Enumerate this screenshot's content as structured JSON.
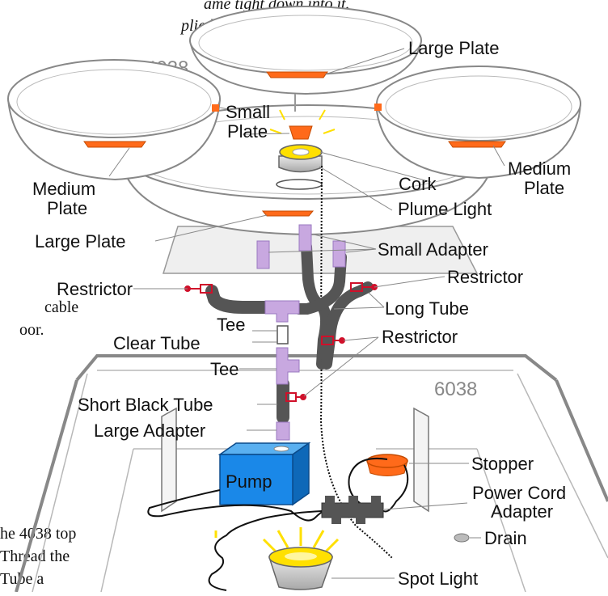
{
  "top_text": {
    "line1": "ame tight down into it.",
    "line2": "plied Cork.)"
  },
  "side_text": {
    "cable": "cable",
    "oor": "oor.",
    "top": "he 4038 top",
    "thread": "Thread the",
    "tube": "Tube      a"
  },
  "models": {
    "top": "4038",
    "base": "6038"
  },
  "pump_label": "Pump",
  "labels": {
    "large_plate_top": "Large Plate",
    "small_plate_1": "Small",
    "small_plate_2": "Plate",
    "medium_plate_left_1": "Medium",
    "medium_plate_left_2": "Plate",
    "medium_plate_right_1": "Medium",
    "medium_plate_right_2": "Plate",
    "cork": "Cork",
    "plume_light": "Plume Light",
    "large_plate_left": "Large Plate",
    "small_adapter": "Small Adapter",
    "restrictor_left": "Restrictor",
    "restrictor_right": "Restrictor",
    "long_tube": "Long Tube",
    "tee_top": "Tee",
    "clear_tube": "Clear Tube",
    "restrictor_mid": "Restrictor",
    "tee_bottom": "Tee",
    "short_black_tube": "Short Black Tube",
    "large_adapter": "Large Adapter",
    "stopper": "Stopper",
    "power_cord_1": "Power Cord",
    "power_cord_2": "Adapter",
    "drain": "Drain",
    "spot_light": "Spot Light"
  },
  "colors": {
    "plate_edge": "#888888",
    "orange": "#ff6a1a",
    "tube": "#555555",
    "adapter": "#c8a8e0",
    "restrictor": "#d0102a",
    "pump": "#1a88e8",
    "light": "#ffe000"
  }
}
